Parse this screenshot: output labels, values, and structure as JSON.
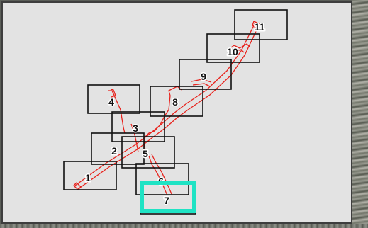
{
  "map": {
    "colors": {
      "panel": "#e3e3e3",
      "frame": "#111111",
      "route": "#e8231d",
      "highlight": "#1fe3c4"
    },
    "frames": [
      {
        "label": "1"
      },
      {
        "label": "2"
      },
      {
        "label": "3"
      },
      {
        "label": "4"
      },
      {
        "label": "5"
      },
      {
        "label": "6"
      },
      {
        "label": "7",
        "highlighted": true
      },
      {
        "label": "8"
      },
      {
        "label": "9"
      },
      {
        "label": "10"
      },
      {
        "label": "11"
      }
    ]
  }
}
